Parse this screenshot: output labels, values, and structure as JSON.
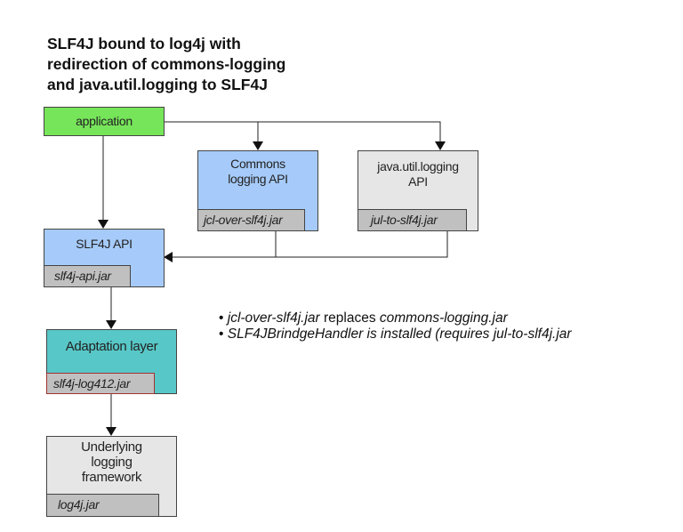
{
  "title": {
    "lines": [
      "SLF4J bound to log4j with",
      "redirection of commons-logging",
      "and java.util.logging to SLF4J"
    ]
  },
  "colors": {
    "application": "#77e55a",
    "api_blue": "#a6cbfa",
    "jul_gray": "#e6e6e6",
    "adaptation_teal": "#58c7c7",
    "jar_gray": "#c0c0c0",
    "adaptation_jar_border": "#a33333"
  },
  "nodes": {
    "application": {
      "label": "application"
    },
    "commons": {
      "label_lines": [
        "Commons",
        "logging API"
      ],
      "jar": "jcl-over-slf4j.jar"
    },
    "jul": {
      "label_lines": [
        "java.util.logging",
        "API"
      ],
      "jar": "jul-to-slf4j.jar"
    },
    "slf4j_api": {
      "label": "SLF4J API",
      "jar": "slf4j-api.jar"
    },
    "adaptation": {
      "label": "Adaptation layer",
      "jar": "slf4j-log412.jar"
    },
    "underlying": {
      "label_lines": [
        "Underlying",
        "logging",
        "framework"
      ],
      "jar": "log4j.jar"
    }
  },
  "notes": [
    {
      "bullet": "•",
      "parts": [
        {
          "text": "jcl-over-slf4j.jar",
          "italic": true
        },
        {
          "text": " replaces ",
          "italic": false
        },
        {
          "text": "commons-logging.jar",
          "italic": true
        }
      ]
    },
    {
      "bullet": "•",
      "parts": [
        {
          "text": "SLF4JBrindgeHandler is installed (requires jul-to-slf4j.jar",
          "italic": true
        }
      ]
    }
  ],
  "edges": [
    {
      "from": "application",
      "to": "slf4j_api"
    },
    {
      "from": "application",
      "to": "commons"
    },
    {
      "from": "application",
      "to": "jul"
    },
    {
      "from": "commons",
      "to": "slf4j_api"
    },
    {
      "from": "jul",
      "to": "slf4j_api"
    },
    {
      "from": "slf4j_api",
      "to": "adaptation"
    },
    {
      "from": "adaptation",
      "to": "underlying"
    }
  ]
}
